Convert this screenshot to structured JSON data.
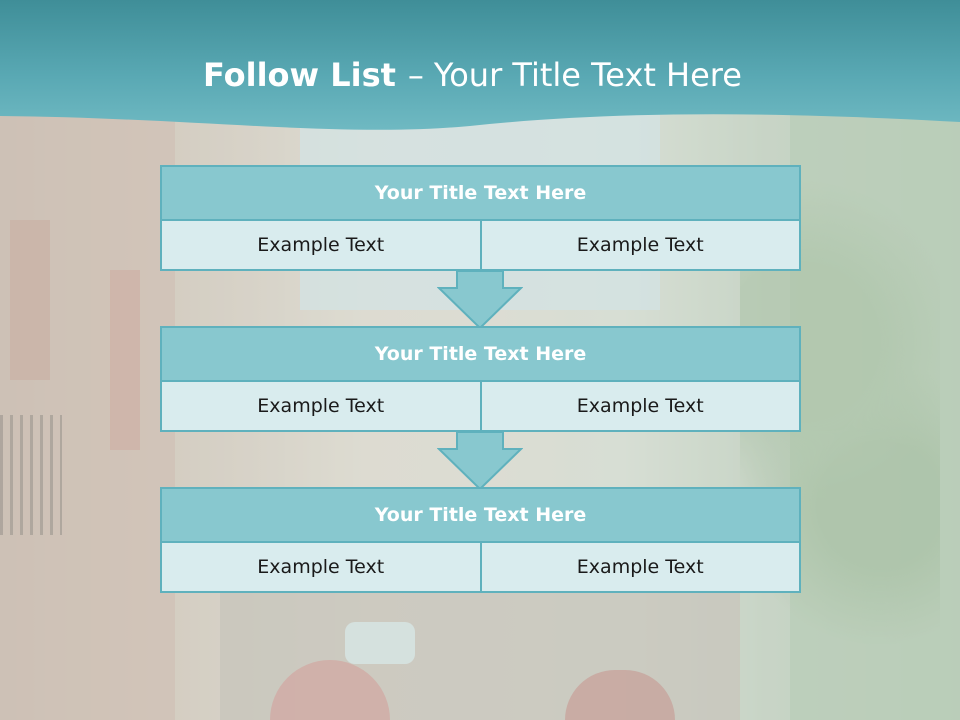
{
  "slide": {
    "title_bold": "Follow List",
    "title_dash": "–",
    "title_rest": "Your Title Text Here"
  },
  "blocks": [
    {
      "header": "Your Title Text Here",
      "left": "Example Text",
      "right": "Example Text"
    },
    {
      "header": "Your Title Text Here",
      "left": "Example Text",
      "right": "Example Text"
    },
    {
      "header": "Your Title Text Here",
      "left": "Example Text",
      "right": "Example Text"
    }
  ],
  "colors": {
    "header_band": "#5aa9b4",
    "box_header": "#88c8cf",
    "box_border": "#5fb1bd",
    "cell_fill": "#d9ecee",
    "arrow": "#88c8cf"
  },
  "icons": [
    "down-arrow-icon",
    "down-arrow-icon"
  ]
}
